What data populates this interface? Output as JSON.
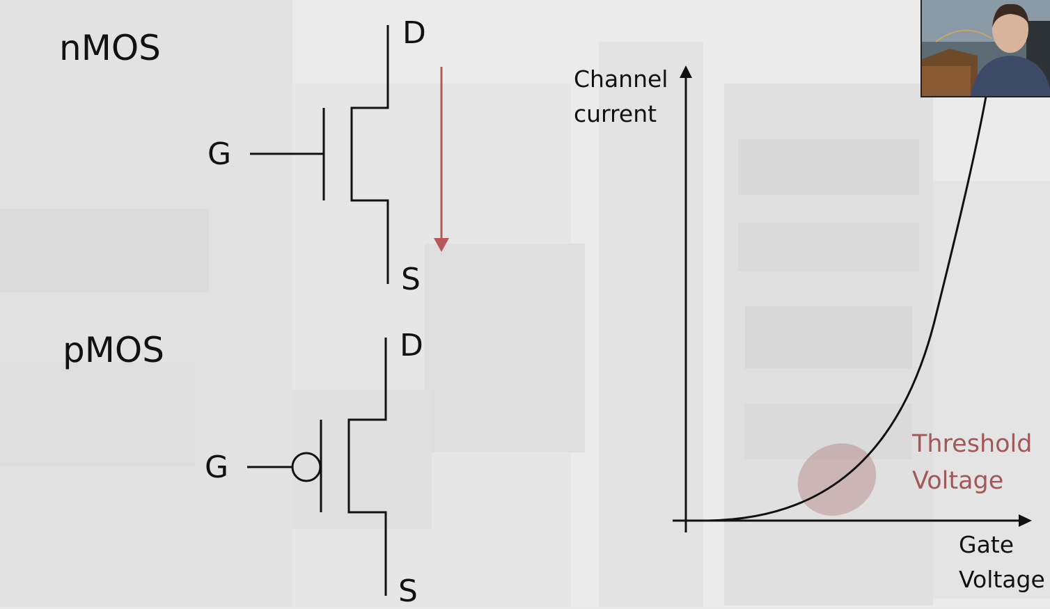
{
  "nmos": {
    "title": "nMOS",
    "drain_label": "D",
    "gate_label": "G",
    "source_label": "S"
  },
  "pmos": {
    "title": "pMOS",
    "drain_label": "D",
    "gate_label": "G",
    "source_label": "S"
  },
  "graph": {
    "y_axis_label_line1": "Channel",
    "y_axis_label_line2": "current",
    "x_axis_label_line1": "Gate",
    "x_axis_label_line2": "Voltage",
    "threshold_label_line1": "Threshold",
    "threshold_label_line2": "Voltage"
  },
  "colors": {
    "arrow": "#b5585a",
    "threshold_text": "#a25858",
    "threshold_blob": "#b07a7a",
    "ink": "#111111"
  }
}
